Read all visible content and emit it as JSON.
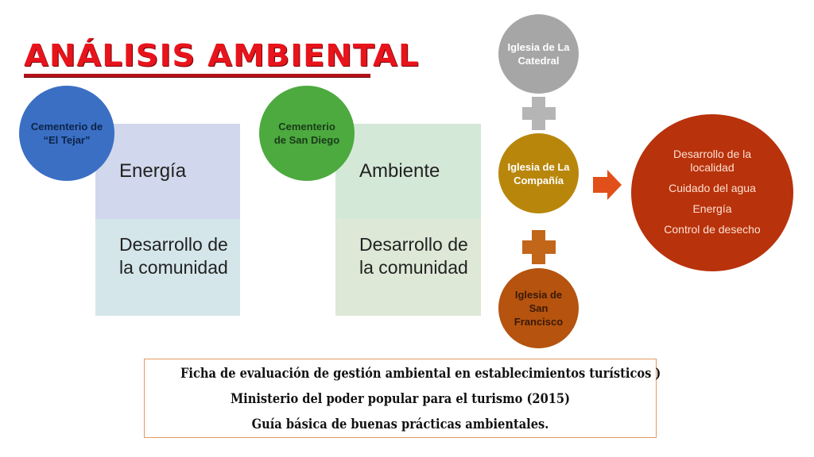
{
  "title": "Análisis Ambiental",
  "group1": {
    "circle": "Cementerio de “El Tejar”",
    "top": "Energía",
    "bottom": "Desarrollo de la comunidad"
  },
  "group2": {
    "circle": "Cementerio de San Diego",
    "top": "Ambiente",
    "bottom": "Desarrollo de la comunidad"
  },
  "churches": [
    "Iglesia de La Catedral",
    "Iglesia de La Compañía",
    "Iglesia de San Francisco"
  ],
  "result": [
    "Desarrollo de la localidad",
    "Cuidado del agua",
    "Energía",
    "Control de desecho"
  ],
  "references": [
    "Ficha de evaluación de gestión ambiental en establecimientos turísticos )",
    "Ministerio del poder popular para el turismo (2015)",
    "Guía básica de buenas prácticas ambientales."
  ],
  "colors": {
    "title": "#e8141c",
    "blue_circle": "#3a6fc4",
    "green_circle": "#4caa3e",
    "grey_circle": "#a6a6a6",
    "gold_circle": "#b8860b",
    "orange_circle": "#b5530f",
    "result_circle": "#b8320c"
  }
}
